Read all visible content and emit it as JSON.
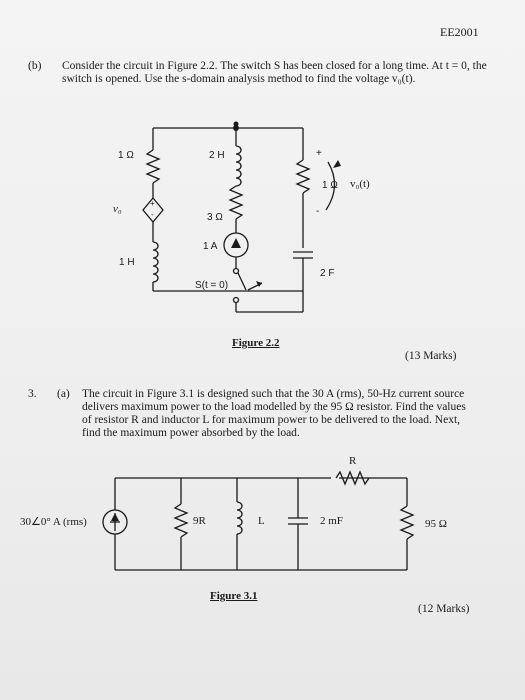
{
  "header": {
    "course_code": "EE2001"
  },
  "question_b": {
    "label": "(b)",
    "text": "Consider the circuit in Figure 2.2. The switch S has been closed for a long time. At t = 0, the switch is opened. Use the s-domain analysis method to find the voltage v₀(t).",
    "marks": "(13 Marks)"
  },
  "figure_2_2": {
    "caption": "Figure 2.2",
    "labels": {
      "r1": "1 Ω",
      "l1": "2 H",
      "r_out": "1 Ω",
      "vo_out": "v₀(t)",
      "vo_dep": "v₀",
      "r2": "3 Ω",
      "src": "1 A",
      "l2": "1 H",
      "cap": "2 F",
      "switch": "S(t = 0)",
      "plus": "+",
      "minus": "-"
    }
  },
  "question_3": {
    "number": "3.",
    "label": "(a)",
    "text": "The circuit in Figure 3.1 is designed such that the 30 A (rms), 50-Hz current source delivers maximum power to the load modelled by the 95 Ω resistor. Find the values of resistor R and inductor L for maximum power to be delivered to the load. Next, find the maximum power absorbed by the load.",
    "marks": "(12 Marks)"
  },
  "figure_3_1": {
    "caption": "Figure 3.1",
    "labels": {
      "source": "30∠0° A (rms)",
      "r9": "9R",
      "l": "L",
      "c": "2 mF",
      "r": "R",
      "load": "95 Ω"
    }
  }
}
